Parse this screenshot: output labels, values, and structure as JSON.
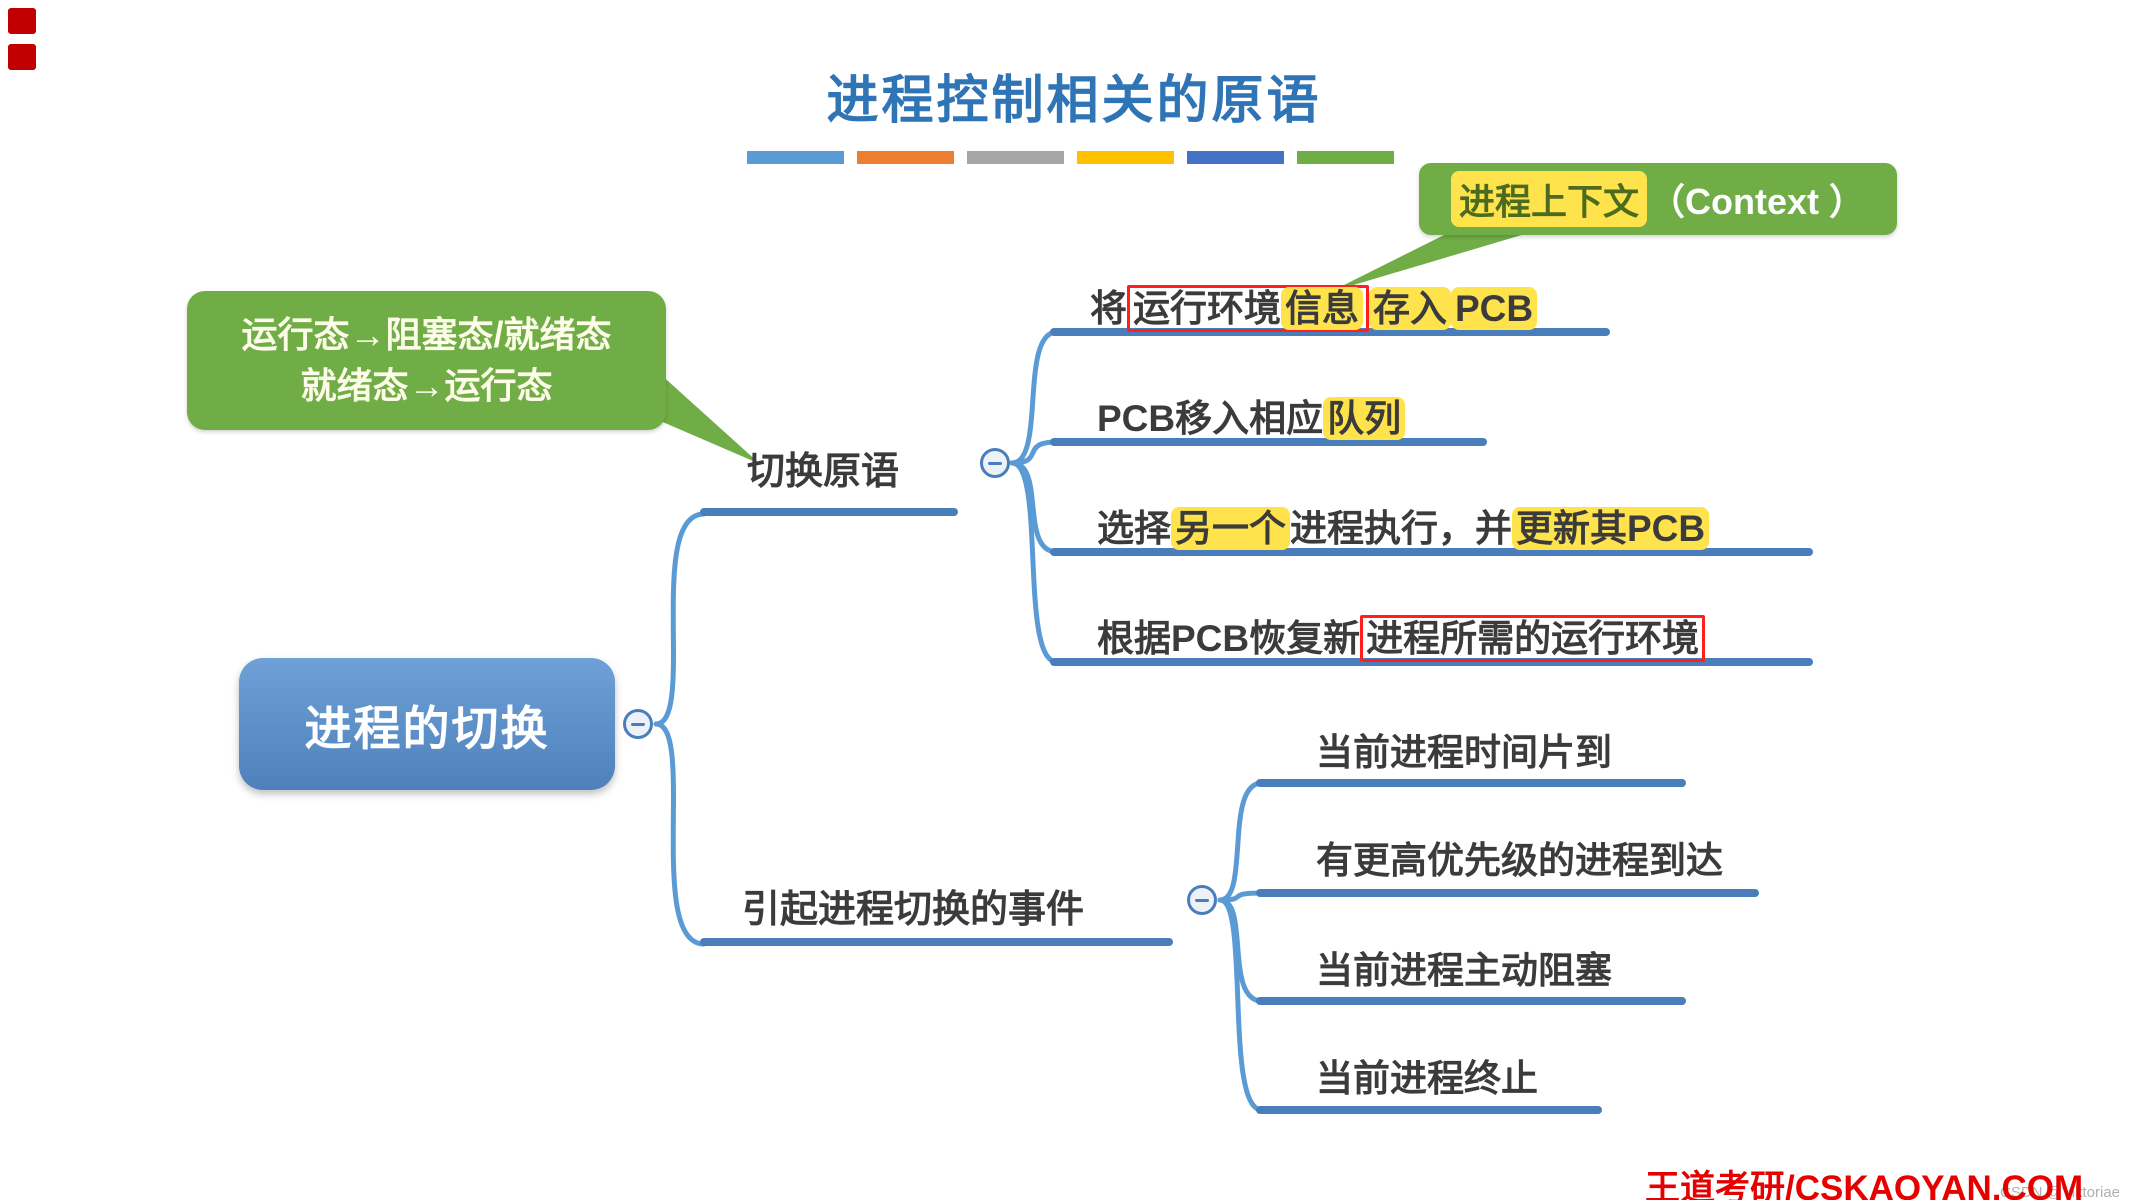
{
  "title": "进程控制相关的原语",
  "divider_bars": {
    "colors": [
      "#5B9BD5",
      "#ED7D31",
      "#A5A5A5",
      "#FFC000",
      "#4472C4",
      "#70AD47"
    ]
  },
  "callout_context": {
    "highlighted": "进程上下文",
    "plain": "（Context ）"
  },
  "callout_states": {
    "line1": "运行态→阻塞态/就绪态",
    "line2": "就绪态→运行态"
  },
  "root": {
    "label": "进程的切换"
  },
  "branches": [
    {
      "label": "切换原语",
      "children": [
        {
          "segments": [
            {
              "t": "将"
            },
            {
              "t": "运行环境",
              "box": true
            },
            {
              "t": "信息",
              "box": true,
              "hl": true
            },
            {
              "t": "存入",
              "hl": true
            },
            {
              "t": "PCB",
              "hl": true
            }
          ]
        },
        {
          "segments": [
            {
              "t": "PCB移入相应"
            },
            {
              "t": "队列",
              "hl": true
            }
          ]
        },
        {
          "segments": [
            {
              "t": "选择"
            },
            {
              "t": "另一个",
              "hl": true
            },
            {
              "t": "进程执行，并"
            },
            {
              "t": "更新其PCB",
              "hl": true
            }
          ]
        },
        {
          "segments": [
            {
              "t": "根据PCB恢复新"
            },
            {
              "t": "进程所需的运行环境",
              "box": true
            }
          ]
        }
      ]
    },
    {
      "label": "引起进程切换的事件",
      "children": [
        {
          "segments": [
            {
              "t": "当前进程时间片到"
            }
          ]
        },
        {
          "segments": [
            {
              "t": "有更高优先级的进程到达"
            }
          ]
        },
        {
          "segments": [
            {
              "t": "当前进程主动阻塞"
            }
          ]
        },
        {
          "segments": [
            {
              "t": "当前进程终止"
            }
          ]
        }
      ]
    }
  ],
  "footer": {
    "brand": "王道考研/CSKAOYAN.COM",
    "watermark": "CSDN @Viktoriae"
  },
  "colors": {
    "connector": "#5B9BD5",
    "underline": "#4A7EBB",
    "highlight": "#FFE34D",
    "redbox": "#FF1F1F",
    "callout_green": "#70AD47",
    "title_blue": "#2F74B5",
    "brand_red": "#E60000",
    "root_top": "#6FA0D6",
    "root_bottom": "#4E81BC"
  }
}
